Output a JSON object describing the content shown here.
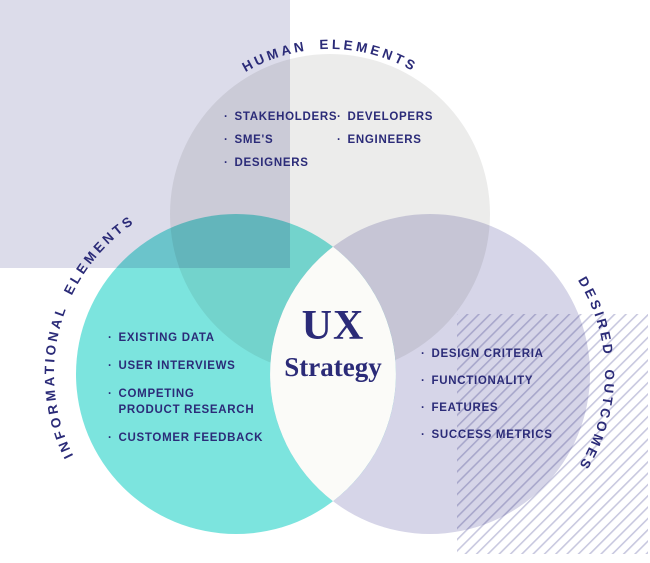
{
  "bullet": "·",
  "labels": {
    "human": "HUMAN ELEMENTS",
    "informational": "INFORMATIONAL ELEMENTS",
    "desired": "DESIRED OUTCOMES"
  },
  "center": {
    "title": "UX",
    "subtitle": "Strategy"
  },
  "venn": {
    "human": {
      "col1": [
        "STAKEHOLDERS",
        "SME'S",
        "DESIGNERS"
      ],
      "col2": [
        "DEVELOPERS",
        "ENGINEERS"
      ]
    },
    "informational": {
      "items": [
        "EXISTING DATA",
        "USER INTERVIEWS",
        "COMPETING\nPRODUCT RESEARCH",
        "CUSTOMER FEEDBACK"
      ]
    },
    "desired": {
      "items": [
        "DESIGN CRITERIA",
        "FUNCTIONALITY",
        "FEATURES",
        "SUCCESS METRICS"
      ]
    }
  },
  "colors": {
    "navy": "#2b2b78",
    "gray": "#ececeb",
    "teal": "#7ce4de",
    "lavender": "#d6d5e8",
    "square": "#dcdcea",
    "hatch": "#c8c8df",
    "lens": "#fbfbf8"
  }
}
